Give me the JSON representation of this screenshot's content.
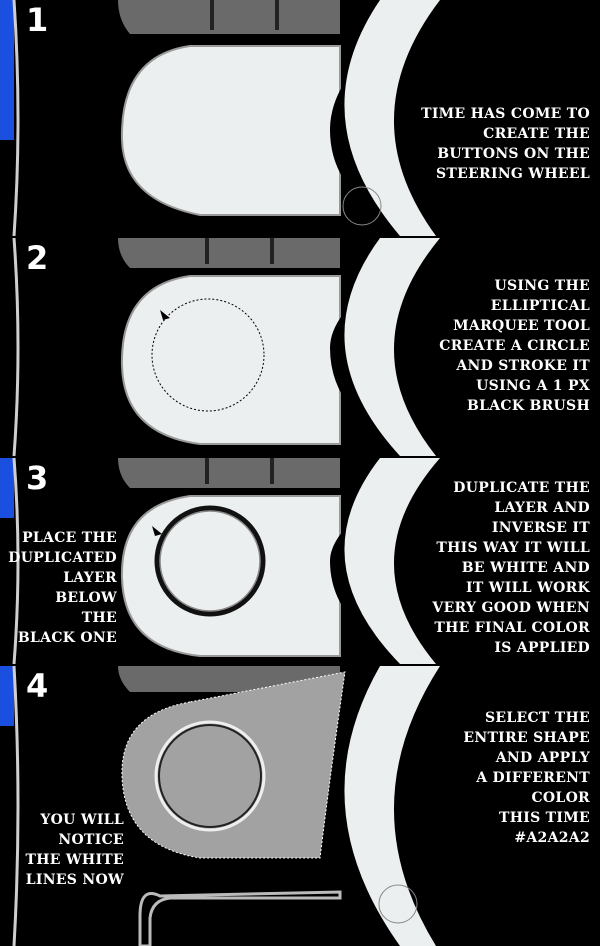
{
  "colors": {
    "background": "#000000",
    "wheel_white": "#e8eaea",
    "blue_accent": "#1a4fe0",
    "final_gray": "#a2a2a2"
  },
  "steps": [
    {
      "number": "1",
      "caption_lines": [
        "Time has come to",
        "create the",
        "buttons on the",
        "steering wheel"
      ]
    },
    {
      "number": "2",
      "caption_lines": [
        "Using the",
        "elliptical",
        "marquee tool",
        "create a circle",
        "and stroke it",
        "using a 1 px",
        "black brush"
      ]
    },
    {
      "number": "3",
      "caption_lines": [
        "Duplicate the",
        "layer and",
        "inverse it",
        "this way it will",
        "be white and",
        "it will work",
        "very good when",
        "the final color",
        "is applied"
      ],
      "side_lines": [
        "place the",
        "duplicated",
        "layer",
        "below",
        "the",
        "black one"
      ]
    },
    {
      "number": "4",
      "caption_lines": [
        "Select the",
        "entire shape",
        "and apply",
        "a different",
        "color",
        "this time",
        "#a2a2a2"
      ],
      "side_lines": [
        "You will",
        "notice",
        "the white",
        "lines now"
      ]
    }
  ]
}
